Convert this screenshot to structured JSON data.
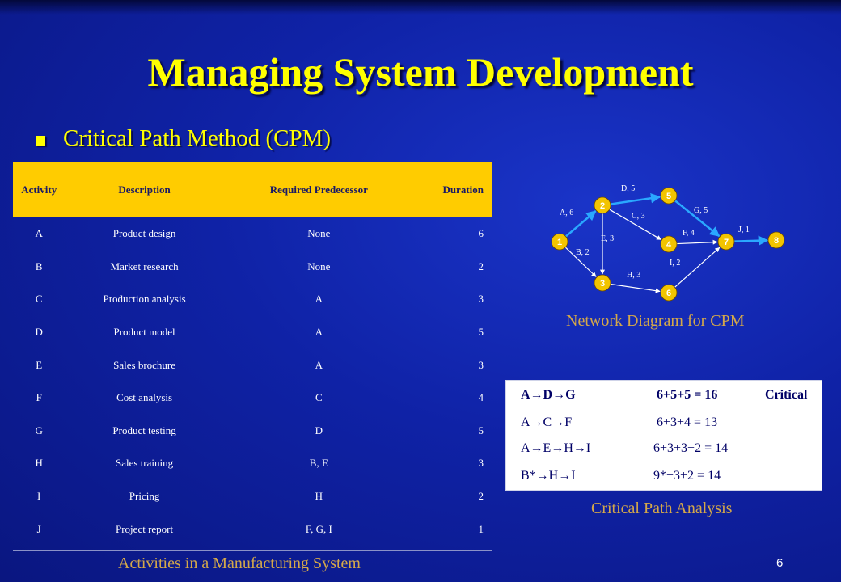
{
  "slide": {
    "title": "Managing System Development",
    "bullet": "Critical Path Method (CPM)",
    "page_number": "6"
  },
  "table": {
    "headers": [
      "Activity",
      "Description",
      "Required Predecessor",
      "Duration"
    ],
    "rows": [
      [
        "A",
        "Product design",
        "None",
        "6"
      ],
      [
        "B",
        "Market research",
        "None",
        "2"
      ],
      [
        "C",
        "Production analysis",
        "A",
        "3"
      ],
      [
        "D",
        "Product model",
        "A",
        "5"
      ],
      [
        "E",
        "Sales brochure",
        "A",
        "3"
      ],
      [
        "F",
        "Cost analysis",
        "C",
        "4"
      ],
      [
        "G",
        "Product testing",
        "D",
        "5"
      ],
      [
        "H",
        "Sales training",
        "B, E",
        "3"
      ],
      [
        "I",
        "Pricing",
        "H",
        "2"
      ],
      [
        "J",
        "Project report",
        "F, G, I",
        "1"
      ]
    ],
    "caption": "Activities in a Manufacturing System"
  },
  "network": {
    "caption": "Network Diagram for CPM",
    "nodes": [
      "1",
      "2",
      "3",
      "4",
      "5",
      "6",
      "7",
      "8"
    ],
    "edges": [
      {
        "from": "1",
        "to": "2",
        "label": "A, 6",
        "critical": true
      },
      {
        "from": "1",
        "to": "3",
        "label": "B, 2",
        "critical": false
      },
      {
        "from": "2",
        "to": "4",
        "label": "C, 3",
        "critical": false
      },
      {
        "from": "2",
        "to": "5",
        "label": "D, 5",
        "critical": true
      },
      {
        "from": "2",
        "to": "3",
        "label": "E, 3",
        "critical": false
      },
      {
        "from": "4",
        "to": "7",
        "label": "F, 4",
        "critical": false
      },
      {
        "from": "5",
        "to": "7",
        "label": "G, 5",
        "critical": true
      },
      {
        "from": "3",
        "to": "6",
        "label": "H, 3",
        "critical": false
      },
      {
        "from": "6",
        "to": "7",
        "label": "I, 2",
        "critical": false
      },
      {
        "from": "7",
        "to": "8",
        "label": "J, 1",
        "critical": true
      }
    ]
  },
  "critical_path": {
    "caption": "Critical Path Analysis",
    "rows": [
      {
        "path": "A→D→G",
        "sum": "6+5+5 = 16",
        "note": "Critical",
        "bold": true
      },
      {
        "path": "A→C→F",
        "sum": "6+3+4 = 13",
        "note": "",
        "bold": false
      },
      {
        "path": "A→E→H→I",
        "sum": "6+3+3+2 = 14",
        "note": "",
        "bold": false
      },
      {
        "path": "B*→H→I",
        "sum": "9*+3+2 = 14",
        "note": "",
        "bold": false
      }
    ]
  },
  "colors": {
    "title": "#ffff00",
    "header_fill": "#ffcc00",
    "caption": "#d4a84a",
    "critical_edge": "#2aa8ff",
    "node_fill": "#f2c400"
  }
}
